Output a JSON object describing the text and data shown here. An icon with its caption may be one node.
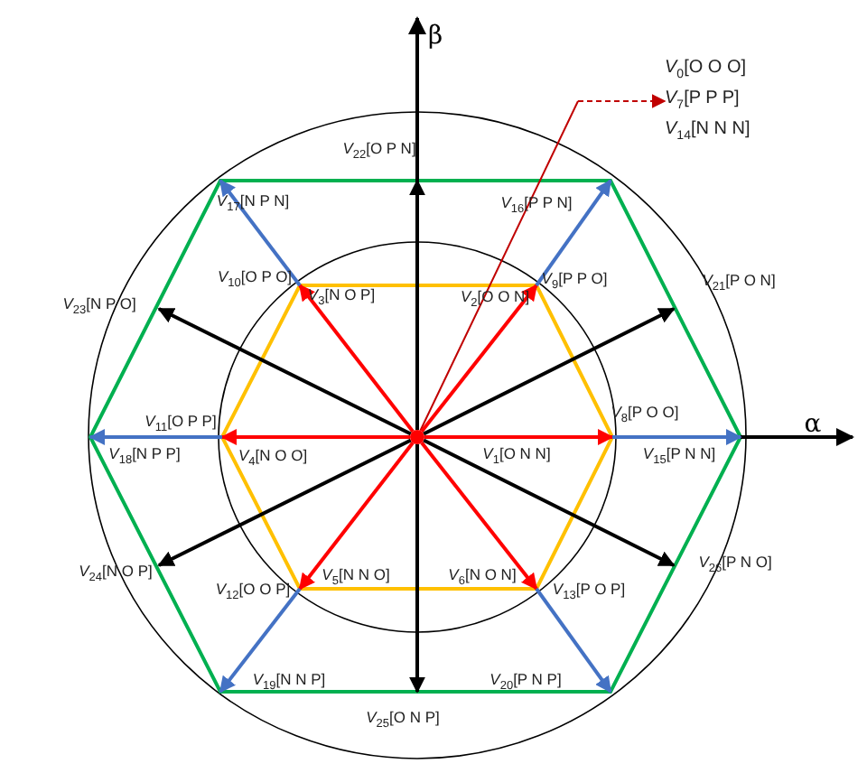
{
  "diagram": {
    "nodes": [
      {
        "text": [
          "*V*$_{0}$[O O O]",
          "*V*$_{7}$[P P P]",
          "*V*$_{14}$[N N N]"
        ]
      },
      {
        "text": [
          "*V*$_{22}$[O P N]"
        ]
      },
      {
        "text": [
          "*V*$_{17}$[N P N]"
        ]
      },
      {
        "text": [
          "*V*$_{16}$[P P N]"
        ]
      },
      {
        "text": [
          "*V*$_{10}$[O P O]"
        ]
      },
      {
        "text": [
          "*V*$_{3}$[N O P]"
        ]
      },
      {
        "text": [
          "*V*$_{2}$[O O N]"
        ]
      },
      {
        "text": [
          "*V*$_{9}$[P P O]"
        ]
      },
      {
        "text": [
          "*V*$_{23}$[N P O]"
        ]
      },
      {
        "text": [
          "*V*$_{21}$[P O N]"
        ]
      },
      {
        "text": [
          "*V*$_{11}$[O P P]"
        ]
      },
      {
        "text": [
          "*V*$_{8}$[P O O]"
        ]
      },
      {
        "text": [],
        "shape": "circle"
      },
      {
        "text": [
          "*V*$_{18}$[N P P]"
        ]
      },
      {
        "text": [
          "*V*$_{4}$[N O O]"
        ]
      },
      {
        "text": [
          "*V*$_{1}$[O N N]"
        ]
      },
      {
        "text": [
          "*V*$_{15}$[P N N]"
        ]
      },
      {
        "text": [
          "*V*$_{24}$[N O P]"
        ]
      },
      {
        "text": [
          "*V*$_{26}$[P N O]"
        ]
      },
      {
        "text": [
          "*V*$_{12}$[O O P]"
        ]
      },
      {
        "text": [
          "*V*$_{5}$[N N O]"
        ]
      },
      {
        "text": [
          "*V*$_{6}$[N O N]"
        ]
      },
      {
        "text": [
          "*V*$_{13}$[P O P]"
        ]
      },
      {
        "text": [
          "*V*$_{19}$[N N P]"
        ]
      },
      {
        "text": [
          "*V*$_{20}$[P N P]"
        ]
      },
      {
        "text": [
          "*V*$_{25}$[O N P]"
        ]
      }
    ],
    "edges": [
      {
        "from": 12,
        "to": 0,
        "arrow": "to",
        "style": "dashed",
        "color": "#c00000"
      },
      {
        "from": 12,
        "to": 11,
        "arrow": "to",
        "color": "#ff0000"
      },
      {
        "from": 12,
        "to": 6,
        "arrow": "to",
        "color": "#ff0000"
      },
      {
        "from": 12,
        "to": 4,
        "arrow": "to",
        "color": "#ff0000"
      },
      {
        "from": 12,
        "to": 10,
        "arrow": "to",
        "color": "#ff0000"
      },
      {
        "from": 12,
        "to": 19,
        "arrow": "to",
        "color": "#ff0000"
      },
      {
        "from": 12,
        "to": 21,
        "arrow": "to",
        "color": "#ff0000"
      },
      {
        "from": 12,
        "to": 9,
        "arrow": "to",
        "color": "#000000"
      },
      {
        "from": 12,
        "to": 1,
        "arrow": "to",
        "color": "#000000"
      },
      {
        "from": 12,
        "to": 8,
        "arrow": "to",
        "color": "#000000"
      },
      {
        "from": 12,
        "to": 17,
        "arrow": "to",
        "color": "#000000"
      },
      {
        "from": 12,
        "to": 25,
        "arrow": "to",
        "color": "#000000"
      },
      {
        "from": 12,
        "to": 18,
        "arrow": "to",
        "color": "#000000"
      },
      {
        "from": 11,
        "to": 16,
        "arrow": "to",
        "color": "#4472c4"
      },
      {
        "from": 7,
        "to": 3,
        "arrow": "to",
        "color": "#4472c4"
      },
      {
        "from": 4,
        "to": 2,
        "arrow": "to",
        "color": "#4472c4"
      },
      {
        "from": 10,
        "to": 13,
        "arrow": "to",
        "color": "#4472c4"
      },
      {
        "from": 19,
        "to": 23,
        "arrow": "to",
        "color": "#4472c4"
      },
      {
        "from": 22,
        "to": 24,
        "arrow": "to",
        "color": "#4472c4"
      }
    ],
    "labels": [
      "β",
      "α"
    ]
  }
}
